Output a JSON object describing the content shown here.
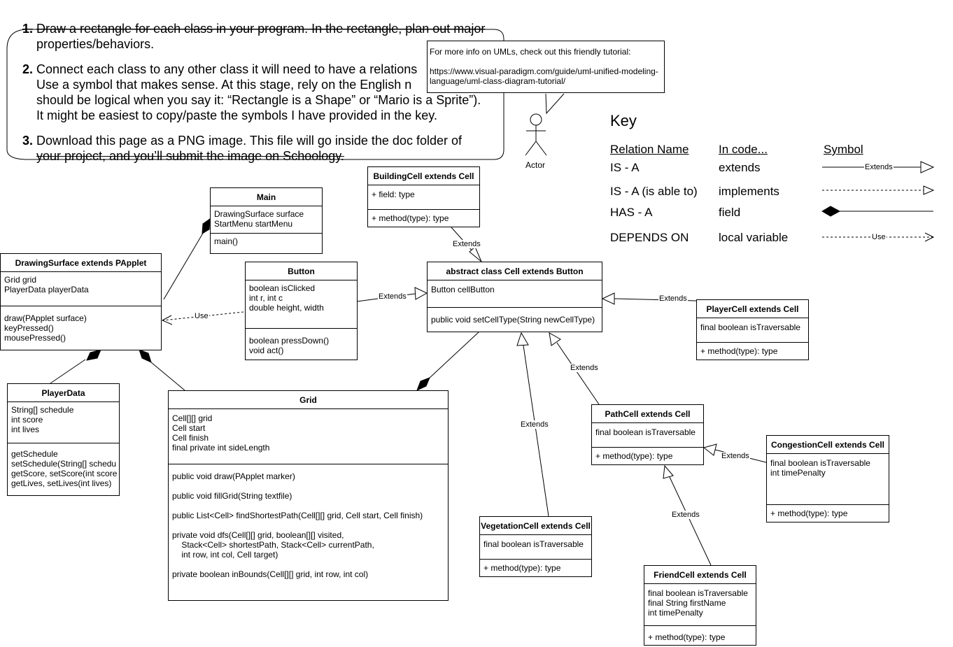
{
  "instructions": [
    {
      "num": "1.",
      "lines": [
        "Draw a rectangle for each class in your program. In the rectangle, plan out major",
        "properties/behaviors."
      ]
    },
    {
      "num": "2.",
      "lines": [
        "Connect each class to any other class it will need to have a relations",
        "Use a symbol that makes sense. At this stage, rely on the English n",
        "should be logical when you say it: “Rectangle is a Shape” or “Mario is a Sprite”).",
        "It might be easiest to copy/paste the symbols I have provided in the key."
      ]
    },
    {
      "num": "3.",
      "lines": [
        "Download this page as a PNG image. This file will go inside the doc folder of",
        "your project, and you’ll submit the image on Schoology."
      ]
    }
  ],
  "note": {
    "line1": "For more info on UMLs, check out this friendly tutorial:",
    "url_line1": "https://www.visual-paradigm.com/guide/uml-unified-modeling-",
    "url_line2": "language/uml-class-diagram-tutorial/"
  },
  "actor_label": "Actor",
  "key": {
    "title": "Key",
    "headers": {
      "relation": "Relation Name",
      "code": "In code...",
      "symbol": "Symbol"
    },
    "rows": [
      {
        "relation": "IS - A",
        "code": "extends",
        "symbol_label": "Extends"
      },
      {
        "relation": "IS - A (is able to)",
        "code": "implements",
        "symbol_label": ""
      },
      {
        "relation": "HAS - A",
        "code": "field",
        "symbol_label": ""
      },
      {
        "relation": "DEPENDS ON",
        "code": "local variable",
        "symbol_label": "Use"
      }
    ]
  },
  "classes": {
    "main": {
      "name": "Main",
      "fields": [
        "DrawingSurface surface",
        "StartMenu startMenu"
      ],
      "methods": [
        "main()"
      ]
    },
    "drawing": {
      "name": "DrawingSurface extends PApplet",
      "fields": [
        "Grid grid",
        "PlayerData playerData"
      ],
      "methods": [
        "draw(PApplet surface)",
        "keyPressed()",
        "mousePressed()"
      ]
    },
    "button": {
      "name": "Button",
      "fields": [
        "boolean isClicked",
        "int r, int c",
        "double height, width"
      ],
      "methods": [
        "boolean pressDown()",
        "void act()"
      ]
    },
    "building": {
      "name": "BuildingCell extends Cell",
      "fields": [
        "+ field: type"
      ],
      "methods": [
        "+ method(type): type"
      ]
    },
    "cell": {
      "name": "abstract class Cell extends Button",
      "fields": [
        "Button cellButton"
      ],
      "methods": [
        "public void setCellType(String newCellType)"
      ]
    },
    "player_cell": {
      "name": "PlayerCell extends Cell",
      "fields": [
        "final boolean isTraversable"
      ],
      "methods": [
        "+ method(type): type"
      ]
    },
    "player_data": {
      "name": "PlayerData",
      "fields": [
        "String[] schedule",
        "int score",
        "int lives"
      ],
      "methods": [
        "getSchedule",
        "setSchedule(String[] schedu",
        "getScore, setScore(int score",
        "getLives, setLives(int lives)"
      ]
    },
    "grid": {
      "name": "Grid",
      "fields": [
        "Cell[][] grid",
        "Cell start",
        "Cell finish",
        "final private int sideLength"
      ],
      "methods": [
        "public void draw(PApplet marker)",
        "",
        "public void fillGrid(String textfile)",
        "",
        "public List<Cell> findShortestPath(Cell[][] grid, Cell start, Cell finish)",
        "",
        "private void dfs(Cell[][] grid, boolean[][] visited,",
        "    Stack<Cell> shortestPath, Stack<Cell> currentPath,",
        "    int row, int col, Cell target)",
        "",
        "private boolean inBounds(Cell[][] grid, int row, int col)"
      ]
    },
    "path_cell": {
      "name": "PathCell extends Cell",
      "fields": [
        "final boolean isTraversable"
      ],
      "methods": [
        "+ method(type): type"
      ]
    },
    "congestion": {
      "name": "CongestionCell extends Cell",
      "fields": [
        "final boolean isTraversable",
        "int timePenalty"
      ],
      "methods": [
        "+ method(type): type"
      ]
    },
    "vegetation": {
      "name": "VegetationCell extends Cell",
      "fields": [
        "final boolean isTraversable"
      ],
      "methods": [
        "+ method(type): type"
      ]
    },
    "friend": {
      "name": "FriendCell extends Cell",
      "fields": [
        "final boolean isTraversable",
        "final String firstName",
        "int timePenalty"
      ],
      "methods": [
        "+ method(type): type"
      ]
    }
  },
  "edge_labels": {
    "extends": "Extends",
    "use": "Use"
  }
}
